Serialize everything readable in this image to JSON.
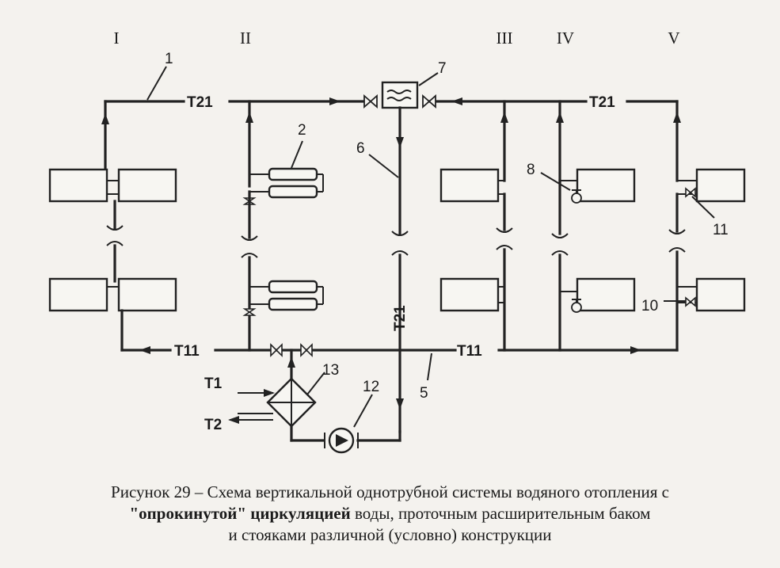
{
  "risers": [
    "I",
    "II",
    "III",
    "IV",
    "V"
  ],
  "pipe_labels": {
    "supply_left": "T21",
    "supply_right": "T21",
    "supply_vertical": "T21",
    "return_left": "T11",
    "return_right": "T11",
    "heat_in": "T1",
    "heat_out": "T2"
  },
  "callouts": [
    "1",
    "2",
    "5",
    "6",
    "7",
    "8",
    "10",
    "11",
    "12",
    "13"
  ],
  "caption": {
    "line1": "Рисунок 29 –  Схема вертикальной однотрубной системы водяного отопления с",
    "line2_bold": "\"опрокинутой\"  циркуляцией",
    "line2_rest": " воды, проточным расширительным баком",
    "line3": "и стояками различной (условно) конструкции"
  }
}
